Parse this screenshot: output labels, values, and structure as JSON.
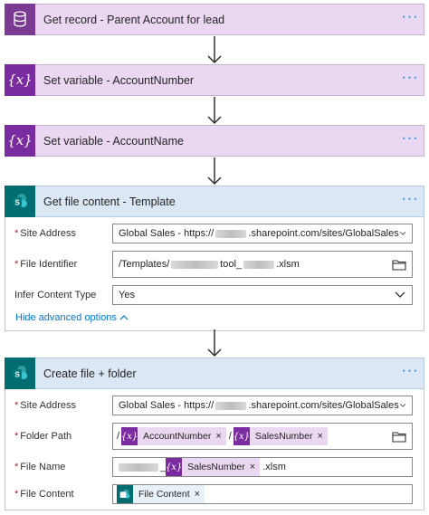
{
  "steps": [
    {
      "title": "Get record - Parent Account for lead",
      "icon": "database-icon",
      "menu": "···"
    },
    {
      "title": "Set variable - AccountNumber",
      "icon": "variable-icon",
      "menu": "···"
    },
    {
      "title": "Set variable - AccountName",
      "icon": "variable-icon",
      "menu": "···"
    },
    {
      "title": "Get file content - Template",
      "icon": "sharepoint-icon",
      "menu": "···",
      "fields": {
        "site_address": {
          "label": "Site Address",
          "value_prefix": "Global Sales - https://",
          "value_suffix": ".sharepoint.com/sites/GlobalSales"
        },
        "file_identifier": {
          "label": "File Identifier",
          "value_prefix": "/Templates/",
          "value_mid": "tool_",
          "value_suffix": ".xlsm"
        },
        "infer_content_type": {
          "label": "Infer Content Type",
          "value": "Yes"
        }
      },
      "advanced_link": "Hide advanced options"
    },
    {
      "title": "Create file + folder",
      "icon": "sharepoint-icon",
      "menu": "···",
      "fields": {
        "site_address": {
          "label": "Site Address",
          "value_prefix": "Global Sales - https://",
          "value_suffix": ".sharepoint.com/sites/GlobalSales"
        },
        "folder_path": {
          "label": "Folder Path",
          "prefix": "/",
          "separator": "/",
          "token1": "AccountNumber",
          "token2": "SalesNumber"
        },
        "file_name": {
          "label": "File Name",
          "separator": "_",
          "token": "SalesNumber",
          "suffix": ".xlsm"
        },
        "file_content": {
          "label": "File Content",
          "token": "File Content"
        }
      }
    }
  ],
  "required_mark": "*",
  "token_remove": "×",
  "token_var_glyph": "{x}",
  "colors": {
    "variable": "#7a2ba0",
    "dataverse": "#7a3a91",
    "sharepoint": "#036c70",
    "link": "#0078d4"
  }
}
